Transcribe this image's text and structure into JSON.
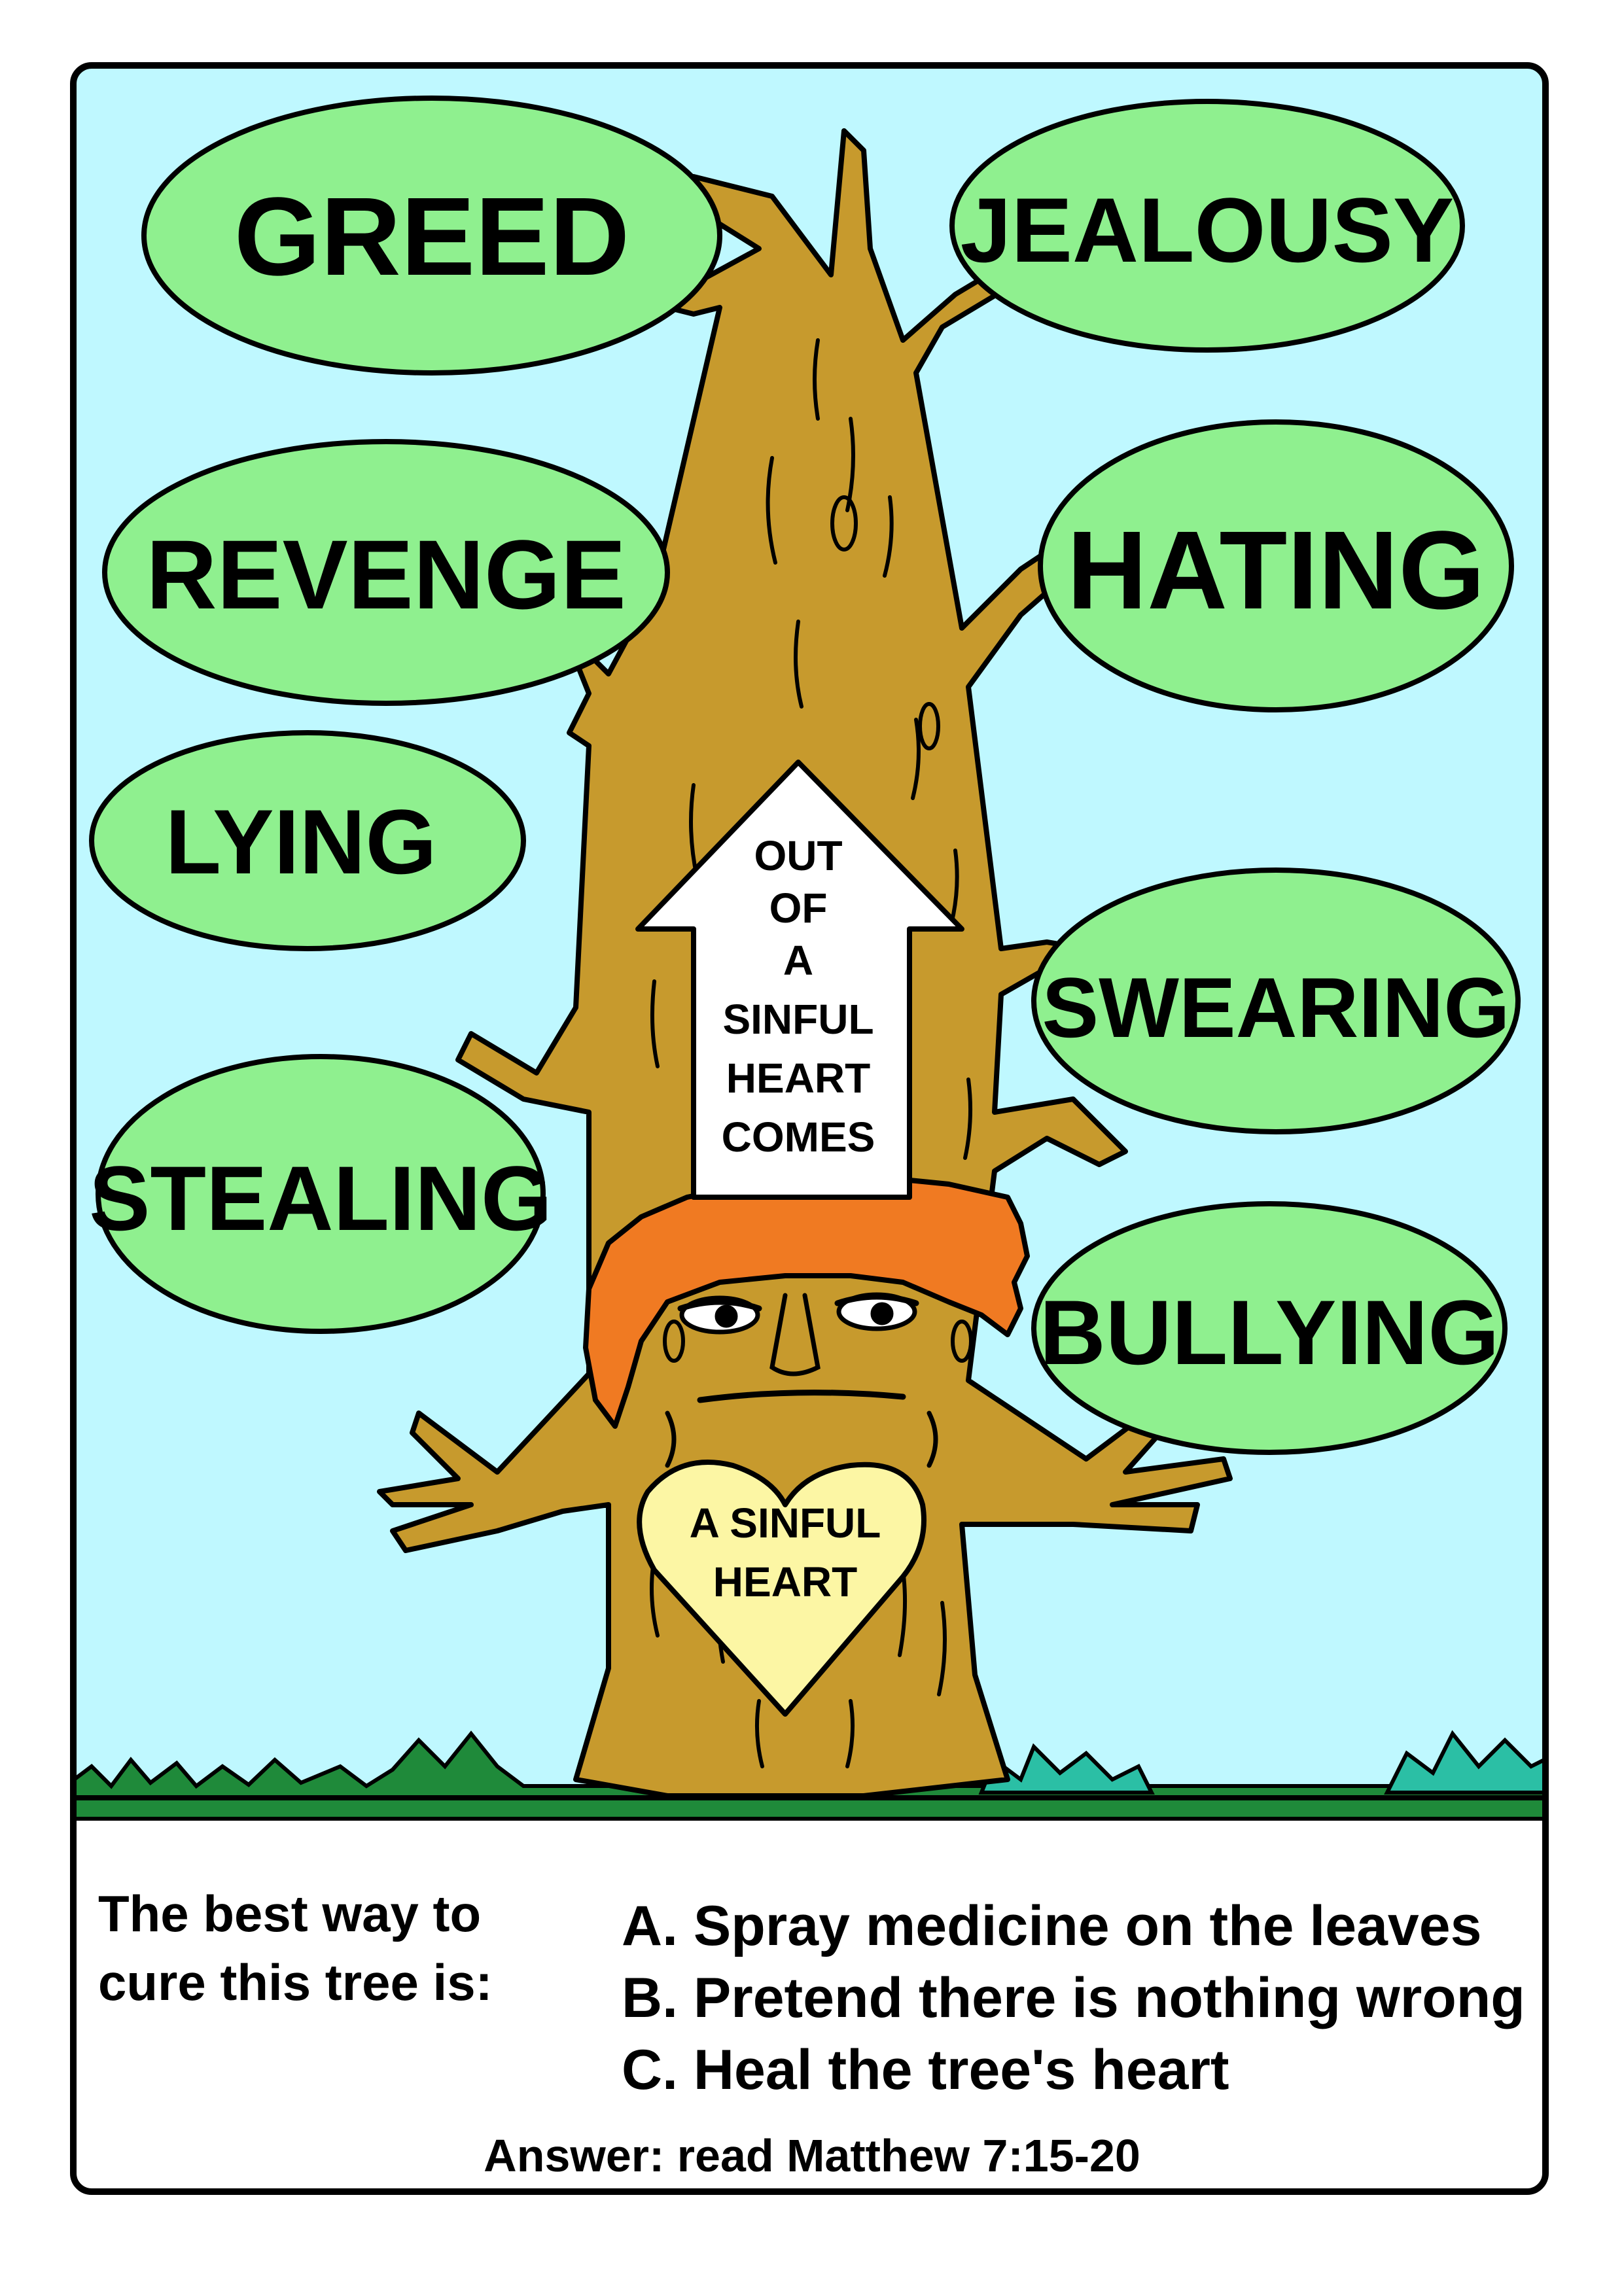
{
  "colors": {
    "sky": "#bff8ff",
    "leaf": "#8ff08f",
    "trunk": "#c79a2d",
    "hair": "#f07a22",
    "heart": "#fcf6a4",
    "grass": "#1f8a3a",
    "grass_light": "#2bbfa5",
    "outline": "#000000"
  },
  "leaves": {
    "greed": "GREED",
    "jealousy": "JEALOUSY",
    "revenge": "REVENGE",
    "hating": "HATING",
    "lying": "LYING",
    "swearing": "SWEARING",
    "stealing": "STEALING",
    "bullying": "BULLYING"
  },
  "arrow": {
    "lines": [
      "OUT",
      "OF",
      "A",
      "SINFUL",
      "HEART",
      "COMES"
    ]
  },
  "heart": {
    "line1": "A SINFUL",
    "line2": "HEART"
  },
  "question": {
    "line1": "The best way to",
    "line2": "cure this tree is:"
  },
  "options": {
    "a": "A. Spray medicine on the leaves",
    "b": "B. Pretend there is nothing wrong",
    "c": "C. Heal the tree's heart"
  },
  "answer": "Answer: read Matthew 7:15-20"
}
